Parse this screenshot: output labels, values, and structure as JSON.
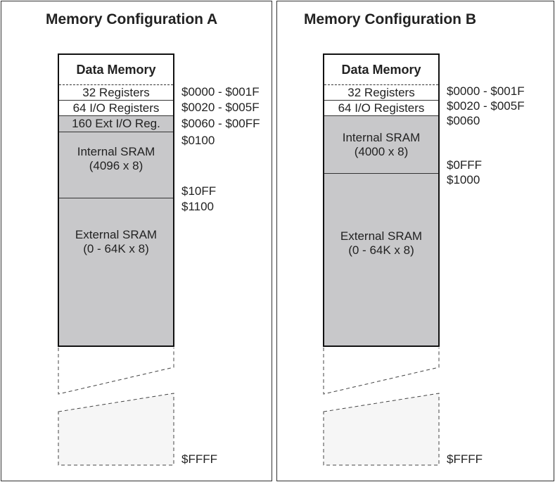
{
  "configA": {
    "title": "Memory Configuration A",
    "header": "Data Memory",
    "registers": "32 Registers",
    "io_registers": "64 I/O Registers",
    "ext_io": "160 Ext I/O Reg.",
    "internal_sram_line1": "Internal SRAM",
    "internal_sram_line2": "(4096 x 8)",
    "external_sram_line1": "External SRAM",
    "external_sram_line2": "(0 - 64K x 8)",
    "addr_registers": "$0000 - $001F",
    "addr_io": "$0020 - $005F",
    "addr_ext_io": "$0060 - $00FF",
    "addr_internal_start": "$0100",
    "addr_internal_end": "$10FF",
    "addr_external_start": "$1100",
    "addr_end": "$FFFF"
  },
  "configB": {
    "title": "Memory Configuration B",
    "header": "Data Memory",
    "registers": "32 Registers",
    "io_registers": "64 I/O Registers",
    "internal_sram_line1": "Internal SRAM",
    "internal_sram_line2": "(4000 x 8)",
    "external_sram_line1": "External SRAM",
    "external_sram_line2": "(0 - 64K x 8)",
    "addr_registers": "$0000 - $001F",
    "addr_io": "$0020 - $005F",
    "addr_internal_start": "$0060",
    "addr_internal_end": "$0FFF",
    "addr_external_start": "$1000",
    "addr_end": "$FFFF"
  },
  "colors": {
    "sram_fill": "#c8c8ca",
    "border": "#111111",
    "dashed_fill": "#f6f6f6"
  }
}
